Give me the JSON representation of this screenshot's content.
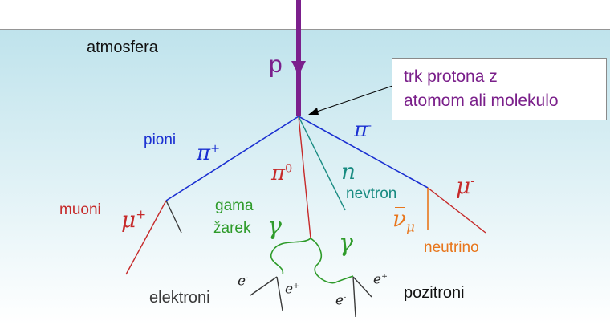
{
  "colors": {
    "sky_top": "#bfe3ec",
    "sky_bottom": "#ffffff",
    "proton": "#7b1f8c",
    "pion_charged": "#1a2fd1",
    "pion_neutral_muon": "#c62a2a",
    "neutron": "#178a80",
    "gamma": "#2e9b2a",
    "neutrino": "#e8761c",
    "electron_positron": "#3a3a3a",
    "callout_border": "#8a8a8a"
  },
  "labels": {
    "atmosphere": "atmosfera",
    "proton": "p",
    "pions": "pioni",
    "pi_plus": "π",
    "pi_plus_charge": "+",
    "pi_minus": "π",
    "pi_minus_charge": "-",
    "pi_zero": "π",
    "pi_zero_charge": "0",
    "neutron_symbol": "n",
    "neutron_word": "nevtron",
    "muons": "muoni",
    "mu_plus": "μ",
    "mu_plus_charge": "+",
    "mu_minus": "μ",
    "mu_minus_charge": "-",
    "gamma_word_line1": "gama",
    "gamma_word_line2": "žarek",
    "gamma_left": "γ",
    "gamma_right": "γ",
    "nu": "ν",
    "nu_sub": "μ",
    "neutrino": "neutrino",
    "electrons": "elektroni",
    "positrons": "pozitroni",
    "e_left": "e",
    "e_left_charge": "-",
    "e_plus_left": "e",
    "e_plus_left_charge": "+",
    "e_right": "e",
    "e_right_charge": "-",
    "e_plus_right": "e",
    "e_plus_right_charge": "+"
  },
  "callout": {
    "line1": "trk protona z",
    "line2": "atomom ali molekulo"
  }
}
